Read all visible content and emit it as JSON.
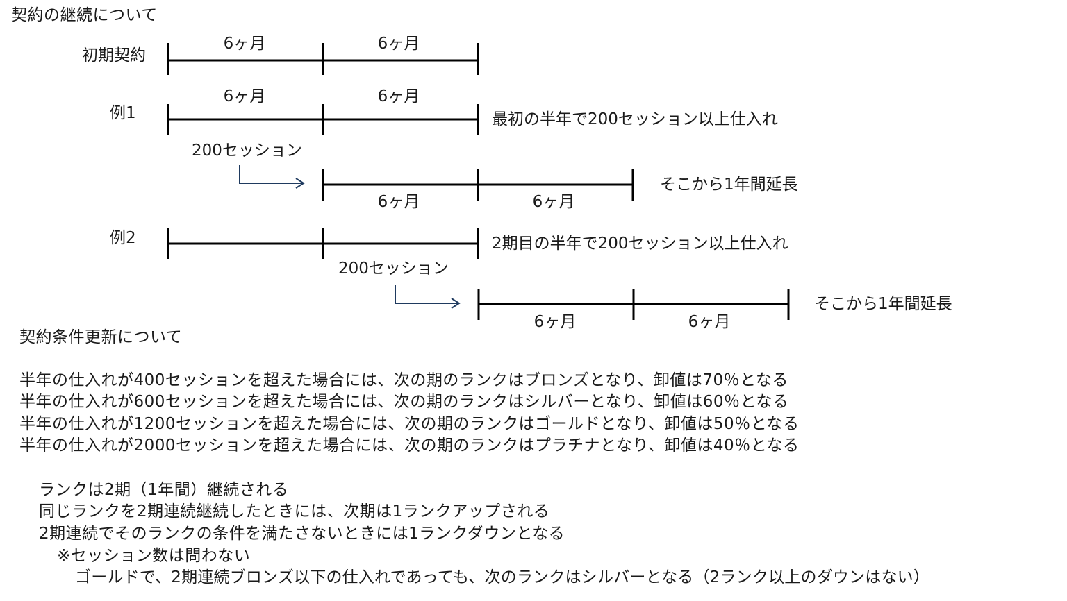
{
  "title": "契約の継続について",
  "initial": {
    "label": "初期契約",
    "segment1": "6ヶ月",
    "segment2": "6ヶ月"
  },
  "example1": {
    "label": "例1",
    "segment1": "6ヶ月",
    "segment2": "6ヶ月",
    "note": "最初の半年で200セッション以上仕入れ",
    "sessions": "200セッション",
    "ext_segment1": "6ヶ月",
    "ext_segment2": "6ヶ月",
    "ext_note": "そこから1年間延長"
  },
  "example2": {
    "label": "例2",
    "note": "2期目の半年で200セッション以上仕入れ",
    "sessions": "200セッション",
    "ext_segment1": "6ヶ月",
    "ext_segment2": "6ヶ月",
    "ext_note": "そこから1年間延長"
  },
  "renewal": {
    "heading": "契約条件更新について",
    "rules": [
      "半年の仕入れが400セッションを超えた場合には、次の期のランクはブロンズとなり、卸値は70％となる",
      "半年の仕入れが600セッションを超えた場合には、次の期のランクはシルバーとなり、卸値は60％となる",
      "半年の仕入れが1200セッションを超えた場合には、次の期のランクはゴールドとなり、卸値は50％となる",
      "半年の仕入れが2000セッションを超えた場合には、次の期のランクはプラチナとなり、卸値は40％となる"
    ],
    "notes": [
      "ランクは2期（1年間）継続される",
      "同じランクを2期連続継続したときには、次期は1ランクアップされる",
      "2期連続でそのランクの条件を満たさないときには1ランクダウンとなる"
    ],
    "remark": "※セッション数は問わない",
    "remark_detail": "ゴールドで、2期連続ブロンズ以下の仕入れであっても、次のランクはシルバーとなる（2ランク以上のダウンはない）"
  },
  "colors": {
    "text": "#1a1a1a",
    "line": "#000000",
    "arrow": "#1f3a5f"
  }
}
